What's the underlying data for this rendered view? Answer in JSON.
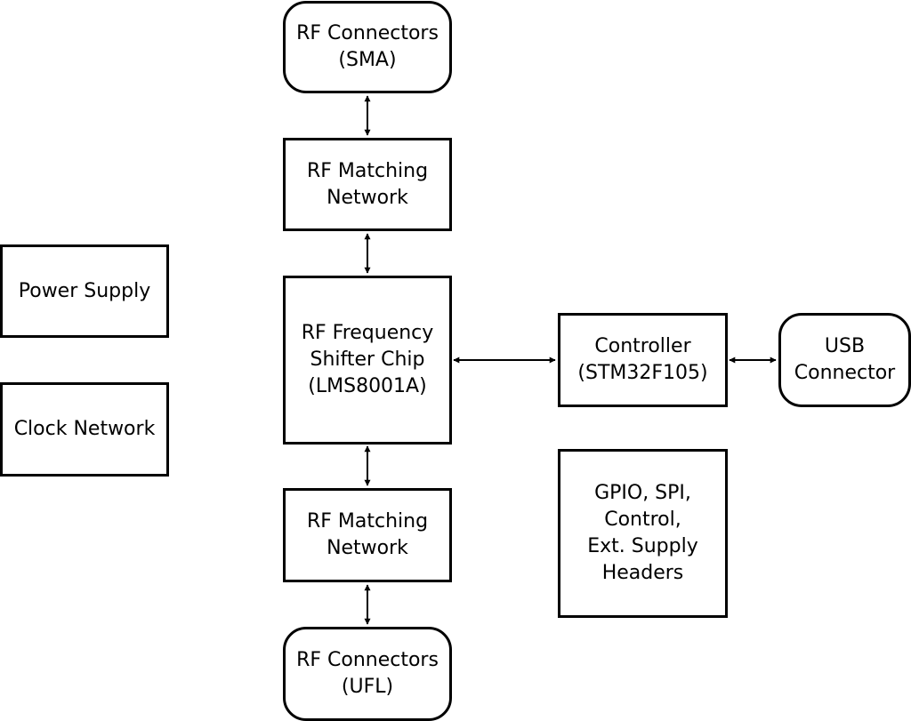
{
  "blocks": {
    "rf_connectors_sma": {
      "lines": [
        "RF Connectors",
        "(SMA)"
      ]
    },
    "rf_matching_top": {
      "lines": [
        "RF Matching",
        "Network"
      ]
    },
    "power_supply": {
      "lines": [
        "Power Supply"
      ]
    },
    "rf_shifter": {
      "lines": [
        "RF Frequency",
        "Shifter Chip",
        "(LMS8001A)"
      ]
    },
    "controller": {
      "lines": [
        "Controller",
        "(STM32F105)"
      ]
    },
    "usb_connector": {
      "lines": [
        "USB",
        "Connector"
      ]
    },
    "clock_network": {
      "lines": [
        "Clock Network"
      ]
    },
    "headers": {
      "lines": [
        "GPIO, SPI,",
        "Control,",
        "Ext. Supply",
        "Headers"
      ]
    },
    "rf_matching_bottom": {
      "lines": [
        "RF Matching",
        "Network"
      ]
    },
    "rf_connectors_ufl": {
      "lines": [
        "RF Connectors",
        "(UFL)"
      ]
    }
  },
  "connections": [
    {
      "from": "rf_connectors_sma",
      "to": "rf_matching_top",
      "style": "bidirectional"
    },
    {
      "from": "rf_matching_top",
      "to": "rf_shifter",
      "style": "bidirectional"
    },
    {
      "from": "rf_shifter",
      "to": "controller",
      "style": "bidirectional"
    },
    {
      "from": "controller",
      "to": "usb_connector",
      "style": "bidirectional"
    },
    {
      "from": "rf_shifter",
      "to": "rf_matching_bottom",
      "style": "bidirectional"
    },
    {
      "from": "rf_matching_bottom",
      "to": "rf_connectors_ufl",
      "style": "bidirectional"
    }
  ],
  "colors": {
    "stroke": "#000000",
    "background": "#ffffff"
  }
}
